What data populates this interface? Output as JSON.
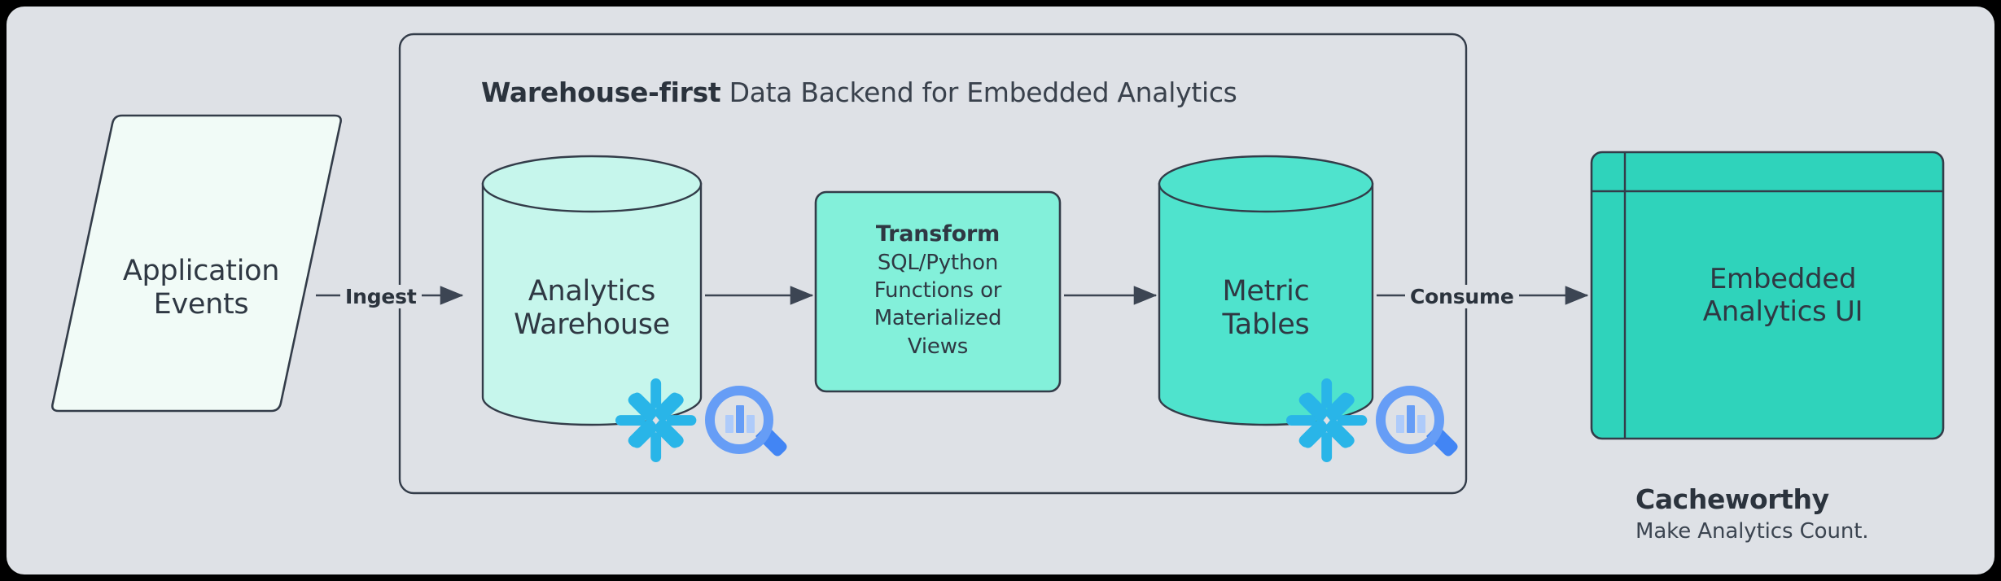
{
  "canvas": {
    "background_color": "#dee1e6",
    "frame_color": "#000000",
    "stroke_color": "#333c49"
  },
  "panel": {
    "title_bold": "Warehouse-first",
    "title_rest": " Data Backend for Embedded Analytics",
    "border_color": "#333c49"
  },
  "nodes": {
    "source": {
      "shape": "parallelogram",
      "line1": "Application",
      "line2": "Events",
      "fill": "#f1fbf7",
      "stroke": "#333c49"
    },
    "warehouse": {
      "shape": "cylinder",
      "line1": "Analytics",
      "line2": "Warehouse",
      "fill": "#c6f6ec",
      "stroke": "#333c49"
    },
    "transform": {
      "shape": "rounded-rect",
      "heading": "Transform",
      "line1": "SQL/Python",
      "line2": "Functions or",
      "line3": "Materialized",
      "line4": "Views",
      "fill": "#83f0da",
      "stroke": "#333c49"
    },
    "metrics": {
      "shape": "cylinder",
      "line1": "Metric",
      "line2": "Tables",
      "fill": "#4fe3cd",
      "stroke": "#333c49"
    },
    "ui": {
      "shape": "window",
      "line1": "Embedded",
      "line2": "Analytics UI",
      "fill": "#2fd3bb",
      "stroke": "#333c49"
    }
  },
  "flows": [
    {
      "label": "Ingest",
      "from": "source",
      "to": "warehouse"
    },
    {
      "label": "",
      "from": "warehouse",
      "to": "transform"
    },
    {
      "label": "",
      "from": "transform",
      "to": "metrics"
    },
    {
      "label": "Consume",
      "from": "metrics",
      "to": "ui"
    }
  ],
  "tech_icons": [
    {
      "name": "snowflake-icon",
      "label": "Snowflake",
      "color": "#29b5e8",
      "attached_to": "warehouse"
    },
    {
      "name": "bigquery-icon",
      "label": "Google BigQuery",
      "color": "#669df6",
      "accent": "#4285f4",
      "attached_to": "warehouse"
    },
    {
      "name": "snowflake-icon",
      "label": "Snowflake",
      "color": "#29b5e8",
      "attached_to": "metrics"
    },
    {
      "name": "bigquery-icon",
      "label": "Google BigQuery",
      "color": "#669df6",
      "accent": "#4285f4",
      "attached_to": "metrics"
    }
  ],
  "brand": {
    "name": "Cacheworthy",
    "tagline": "Make Analytics Count."
  }
}
